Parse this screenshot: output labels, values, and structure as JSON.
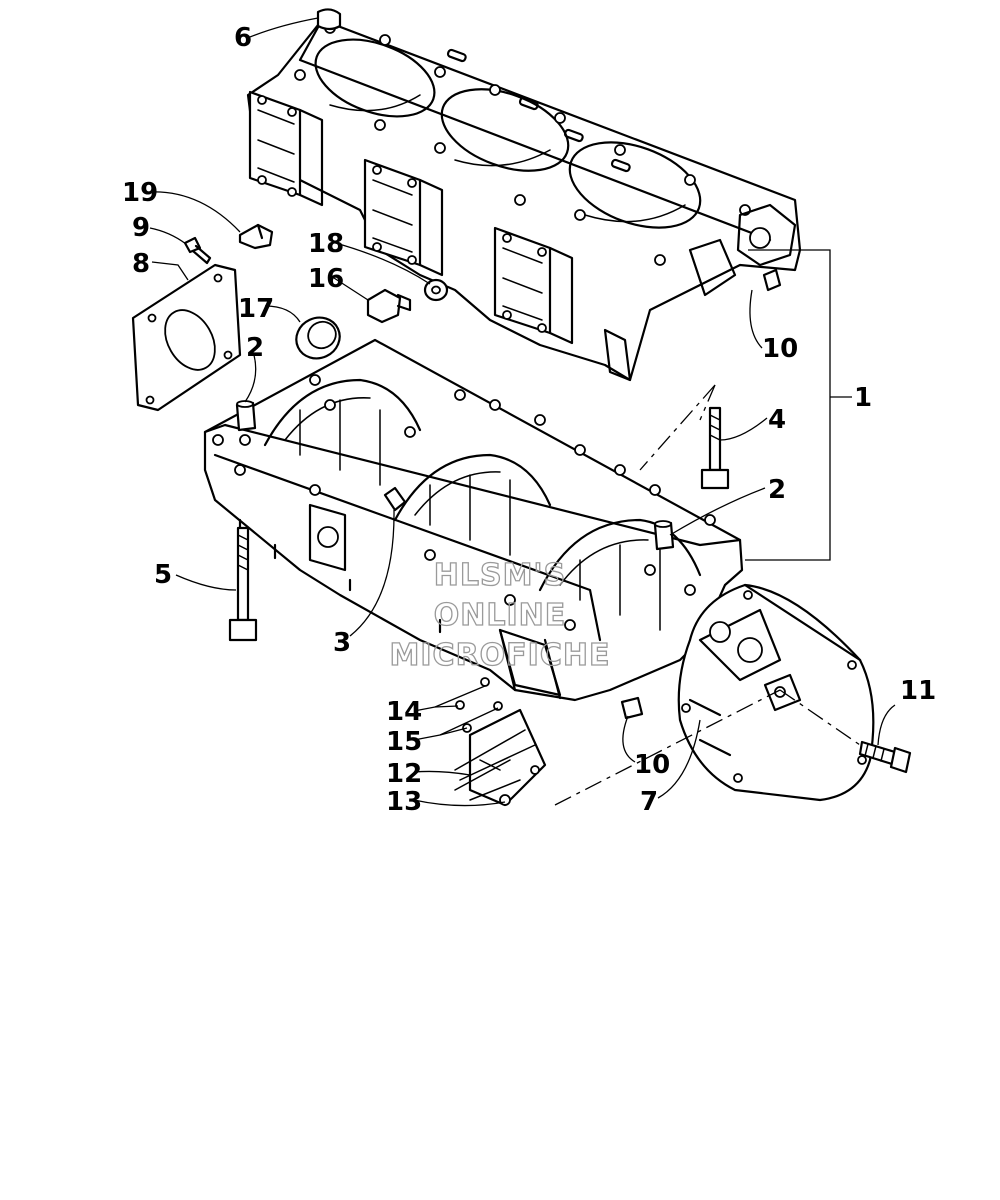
{
  "callouts": [
    {
      "id": "c6",
      "label": "6"
    },
    {
      "id": "c19",
      "label": "19"
    },
    {
      "id": "c9",
      "label": "9"
    },
    {
      "id": "c8",
      "label": "8"
    },
    {
      "id": "c18",
      "label": "18"
    },
    {
      "id": "c16",
      "label": "16"
    },
    {
      "id": "c17",
      "label": "17"
    },
    {
      "id": "c2a",
      "label": "2"
    },
    {
      "id": "c10a",
      "label": "10"
    },
    {
      "id": "c1",
      "label": "1"
    },
    {
      "id": "c4",
      "label": "4"
    },
    {
      "id": "c2b",
      "label": "2"
    },
    {
      "id": "c5",
      "label": "5"
    },
    {
      "id": "c3",
      "label": "3"
    },
    {
      "id": "c11",
      "label": "11"
    },
    {
      "id": "c14",
      "label": "14"
    },
    {
      "id": "c15",
      "label": "15"
    },
    {
      "id": "c12",
      "label": "12"
    },
    {
      "id": "c13",
      "label": "13"
    },
    {
      "id": "c10b",
      "label": "10"
    },
    {
      "id": "c7",
      "label": "7"
    }
  ],
  "watermark": [
    "HLSM'S",
    "ONLINE",
    "MICROFICHE"
  ]
}
